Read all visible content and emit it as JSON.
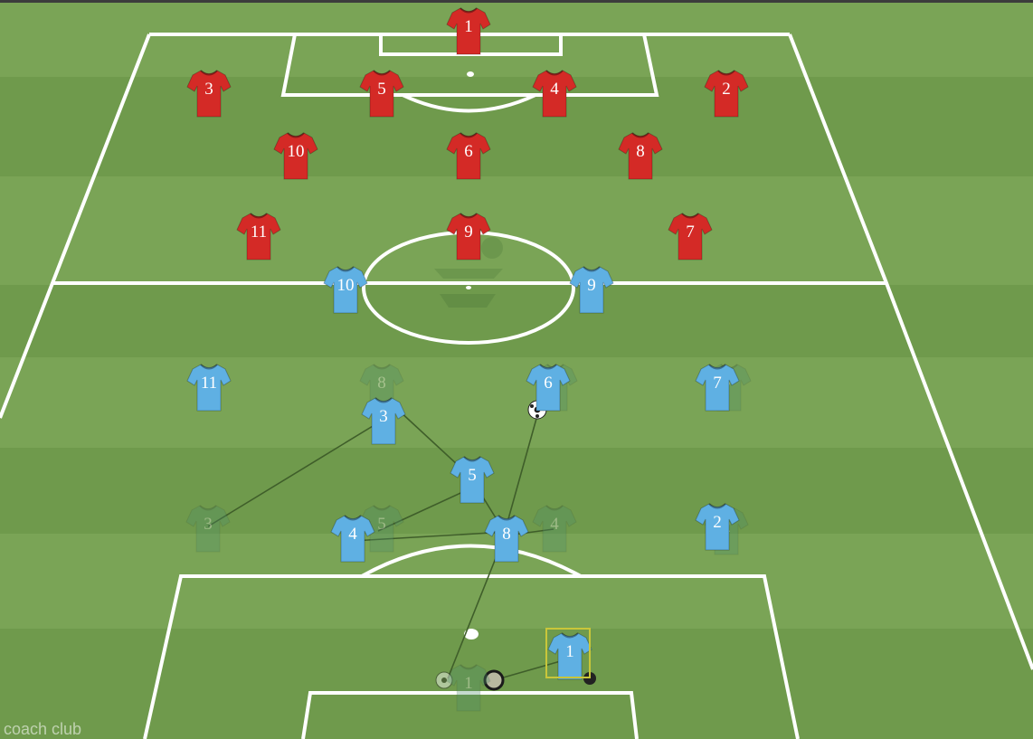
{
  "colors": {
    "grass_light": "#7aa456",
    "grass_dark": "#6f9a4c",
    "lines": "#ffffff",
    "red_team": "#d42a26",
    "blue_team": "#5fb0e3",
    "ghost_team": "#4f8f6a",
    "pass_line": "#3f5e2a",
    "selection": "#c9c63a"
  },
  "watermark": "coach club",
  "players": {
    "red": [
      {
        "id": "red-1",
        "number": "1"
      },
      {
        "id": "red-3",
        "number": "3"
      },
      {
        "id": "red-5",
        "number": "5"
      },
      {
        "id": "red-4",
        "number": "4"
      },
      {
        "id": "red-2",
        "number": "2"
      },
      {
        "id": "red-10",
        "number": "10"
      },
      {
        "id": "red-6",
        "number": "6"
      },
      {
        "id": "red-8",
        "number": "8"
      },
      {
        "id": "red-11",
        "number": "11"
      },
      {
        "id": "red-9",
        "number": "9"
      },
      {
        "id": "red-7",
        "number": "7"
      }
    ],
    "blue": [
      {
        "id": "blue-10",
        "number": "10"
      },
      {
        "id": "blue-9",
        "number": "9"
      },
      {
        "id": "blue-11",
        "number": "11"
      },
      {
        "id": "blue-6",
        "number": "6"
      },
      {
        "id": "blue-7",
        "number": "7"
      },
      {
        "id": "blue-3",
        "number": "3"
      },
      {
        "id": "blue-5",
        "number": "5"
      },
      {
        "id": "blue-4",
        "number": "4"
      },
      {
        "id": "blue-8",
        "number": "8"
      },
      {
        "id": "blue-2",
        "number": "2"
      },
      {
        "id": "blue-1",
        "number": "1",
        "selected": true
      }
    ],
    "ghost": [
      {
        "id": "ghost-8",
        "number": "8"
      },
      {
        "id": "ghost-6",
        "number": "6"
      },
      {
        "id": "ghost-7",
        "number": "7"
      },
      {
        "id": "ghost-3",
        "number": "3"
      },
      {
        "id": "ghost-5",
        "number": "5"
      },
      {
        "id": "ghost-4",
        "number": "4"
      },
      {
        "id": "ghost-2",
        "number": "2"
      },
      {
        "id": "ghost-1",
        "number": "1"
      }
    ]
  }
}
